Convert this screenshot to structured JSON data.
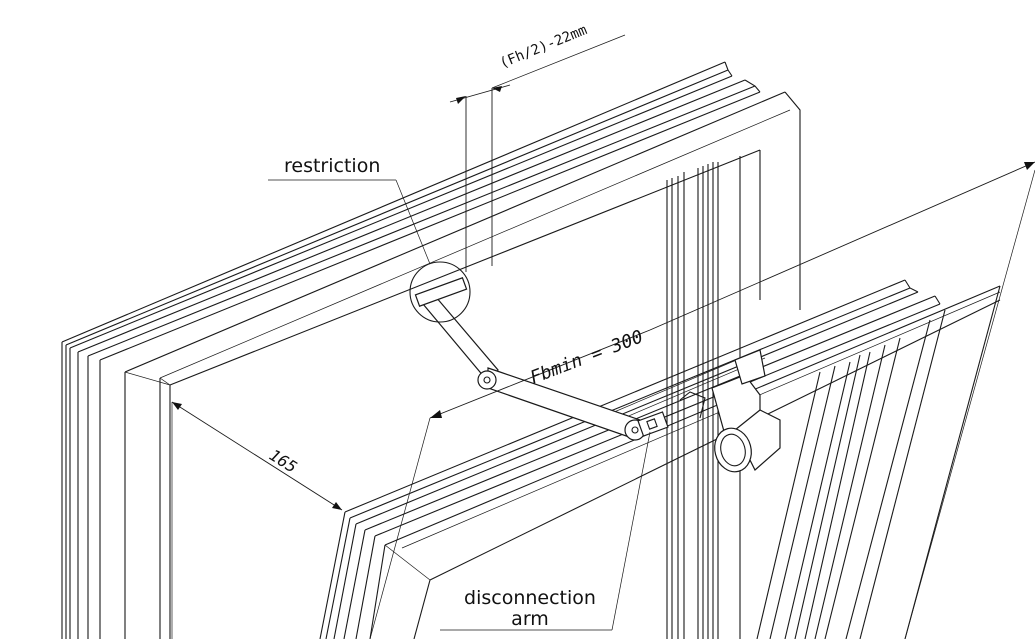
{
  "labels": {
    "restriction": "restriction",
    "disconnection_line1": "disconnection",
    "disconnection_line2": "arm",
    "fbmin": "Fbmin = 300",
    "dim_165": "165",
    "fh_formula": "(Fh/2)-22mm"
  }
}
